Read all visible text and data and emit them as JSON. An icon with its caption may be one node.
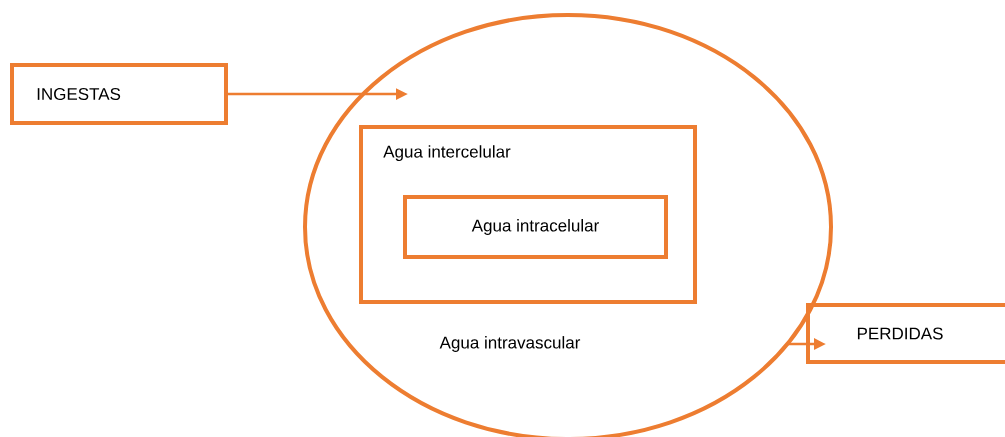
{
  "diagram": {
    "nodes": [
      {
        "text": [
          "INGESTAS"
        ]
      },
      {
        "text": [
          "Agua intravascular"
        ]
      },
      {
        "text": [
          "Agua intercelular"
        ],
        "in": 1
      },
      {
        "text": [
          "Agua intracelular"
        ],
        "in": 2
      },
      {
        "text": [
          "PERDIDAS"
        ]
      }
    ],
    "edges": [
      {
        "from": 0,
        "to": 1,
        "arrow": "to"
      },
      {
        "from": 1,
        "to": 4,
        "arrow": "to"
      }
    ]
  }
}
